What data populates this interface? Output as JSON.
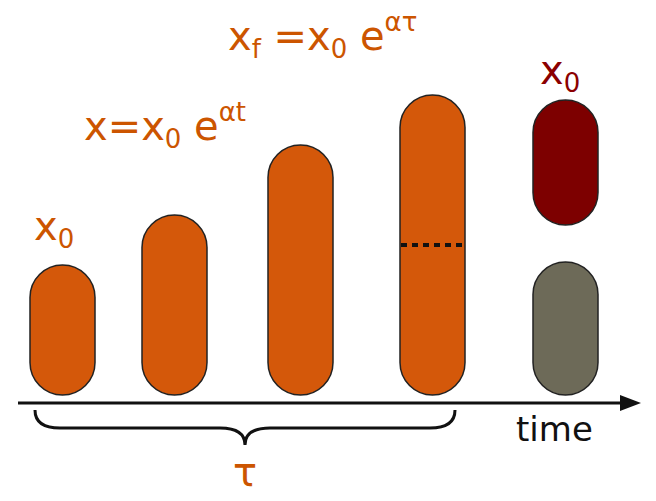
{
  "diagram": {
    "labels": [
      "x0",
      "x=x0 eαt",
      "xf =x0 eατ",
      "x0",
      "τ",
      "time"
    ]
  }
}
